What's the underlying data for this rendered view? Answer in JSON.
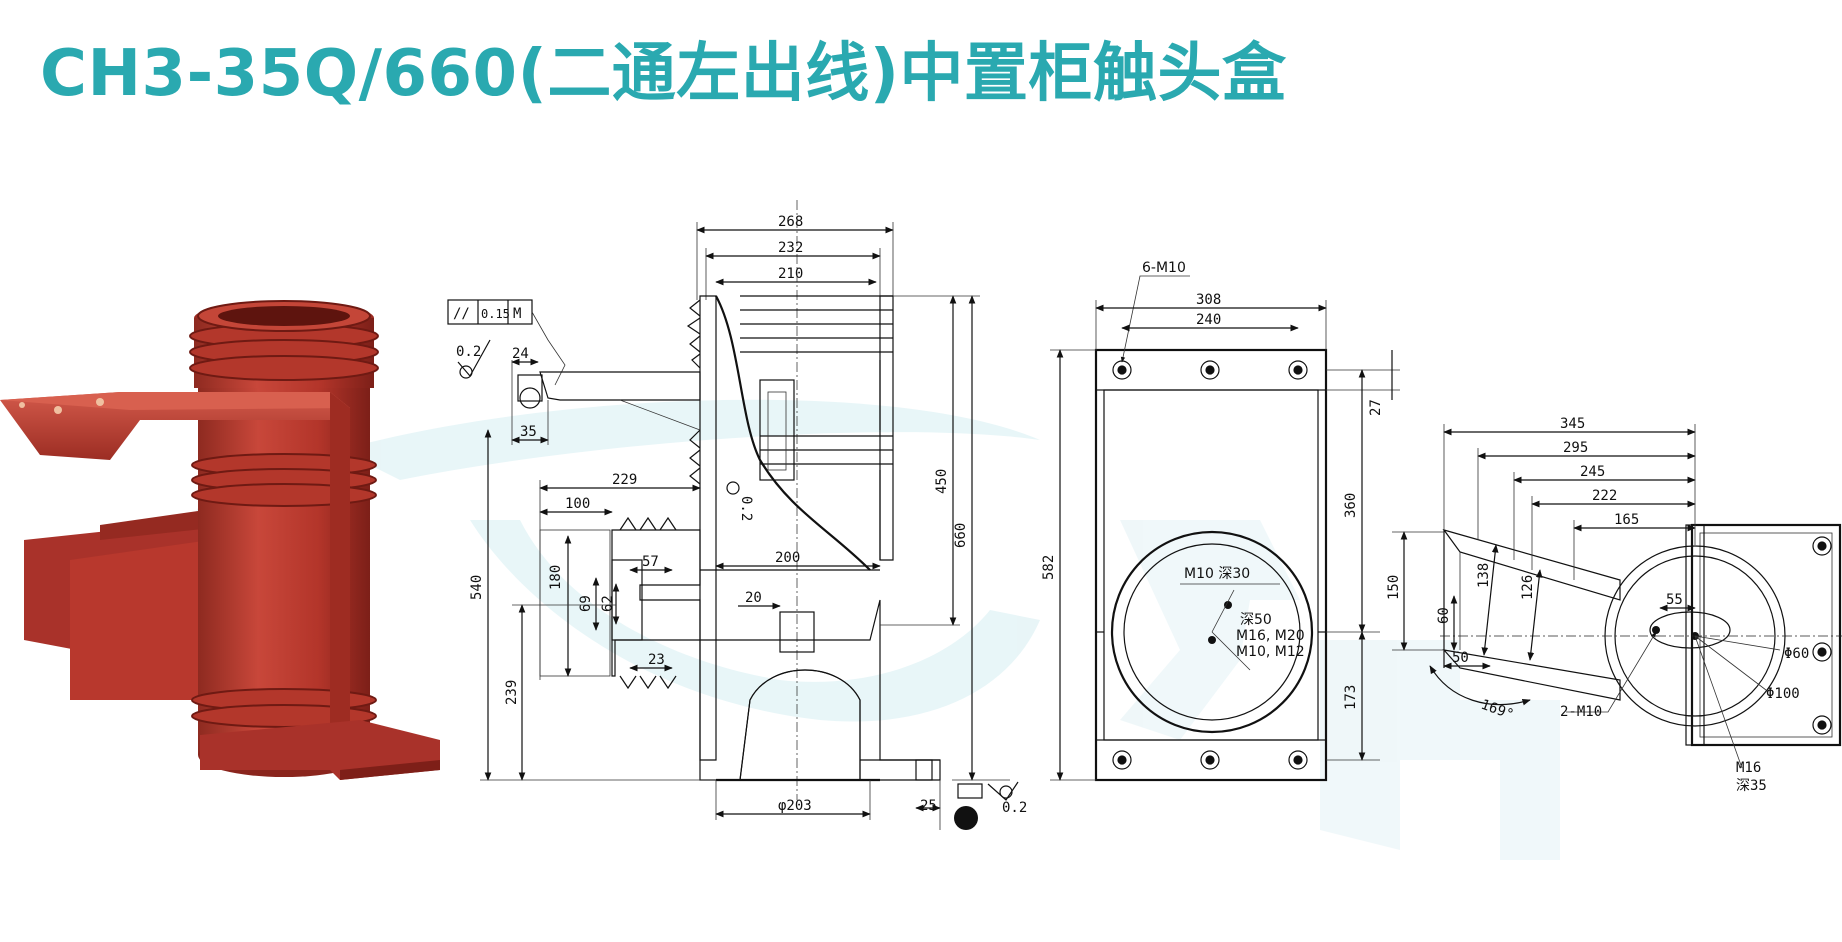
{
  "title": "CH3-35Q/660(二通左出线)中置柜触头盒",
  "colors": {
    "accent": "#2aa9b0",
    "product_body": "#b8342a",
    "product_shadow": "#7e1f18",
    "product_highlight": "#d9584a",
    "hatch": "#222222",
    "watermark": "#e3f3f5"
  },
  "front_view": {
    "top_widths": [
      "268",
      "232",
      "210"
    ],
    "tolerance_box": [
      "//",
      "0.15",
      "M"
    ],
    "roughness_left": "0.2",
    "dim_24": "24",
    "dim_35": "35",
    "dim_229": "229",
    "dim_100": "100",
    "dim_57": "57",
    "dim_200": "200",
    "dim_20": "20",
    "dim_23": "23",
    "dim_0_2_mid": "0.2",
    "vertical_180": "180",
    "vertical_69": "69",
    "vertical_62": "62",
    "vertical_540": "540",
    "vertical_239": "239",
    "vertical_450": "450",
    "vertical_660": "660",
    "bottom_dia": "φ203",
    "bottom_25": "25",
    "roughness_right": "0.2"
  },
  "side_view": {
    "hole_label": "6-M10",
    "width_308": "308",
    "width_240": "240",
    "height_27": "27",
    "height_360": "360",
    "height_582": "582",
    "height_173": "173",
    "note_line1": "M10 深30",
    "note_line2": "深50",
    "note_line3": "M16, M20",
    "note_line4": "M10, M12"
  },
  "top_view": {
    "width_345": "345",
    "width_295": "295",
    "width_245": "245",
    "width_222": "222",
    "width_165": "165",
    "v_150": "150",
    "v_138": "138",
    "v_126": "126",
    "v_60": "60",
    "dim_55": "55",
    "dim_50": "50",
    "angle_169": "169°",
    "dia_60": "Φ60",
    "dia_100": "Φ100",
    "hole_2m10": "2-M10",
    "m16": "M16",
    "depth_35": "深35"
  }
}
